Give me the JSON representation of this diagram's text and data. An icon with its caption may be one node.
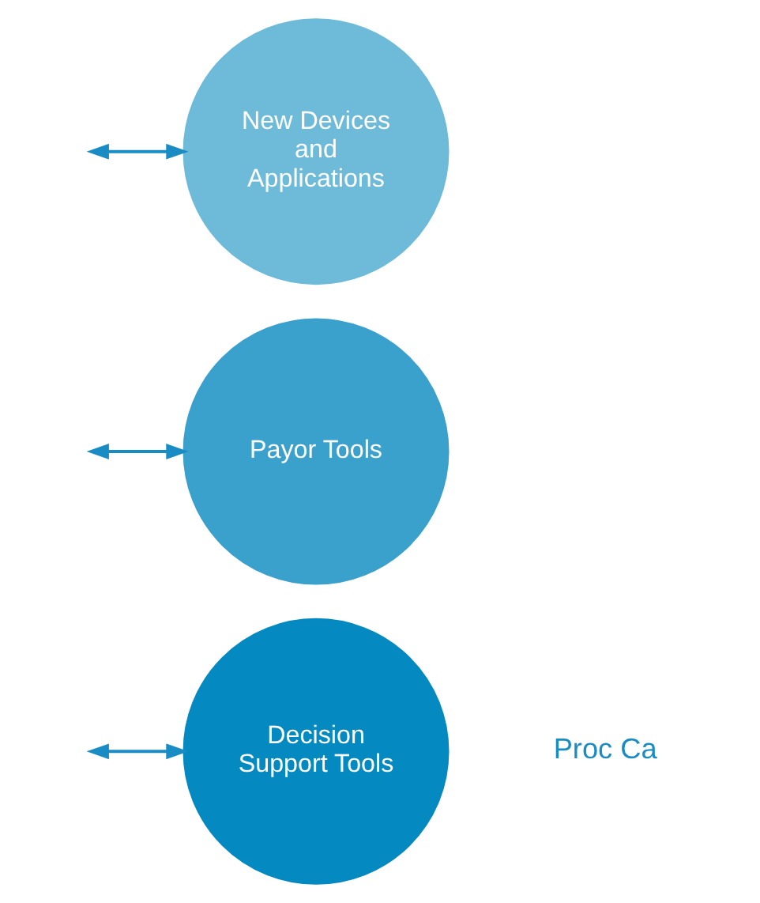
{
  "diagram": {
    "nodes": [
      {
        "text": [
          "Decision Support Tools"
        ]
      },
      {
        "text": [
          "Payor Tools"
        ]
      },
      {
        "text": [
          "New Devices and Applications"
        ]
      }
    ],
    "edges": [
      {
        "from": null,
        "to": 0,
        "arrow": "both"
      },
      {
        "from": null,
        "to": 1,
        "arrow": "both"
      },
      {
        "from": null,
        "to": 2,
        "arrow": "both"
      }
    ],
    "labels": [
      "Proc Ca"
    ]
  }
}
